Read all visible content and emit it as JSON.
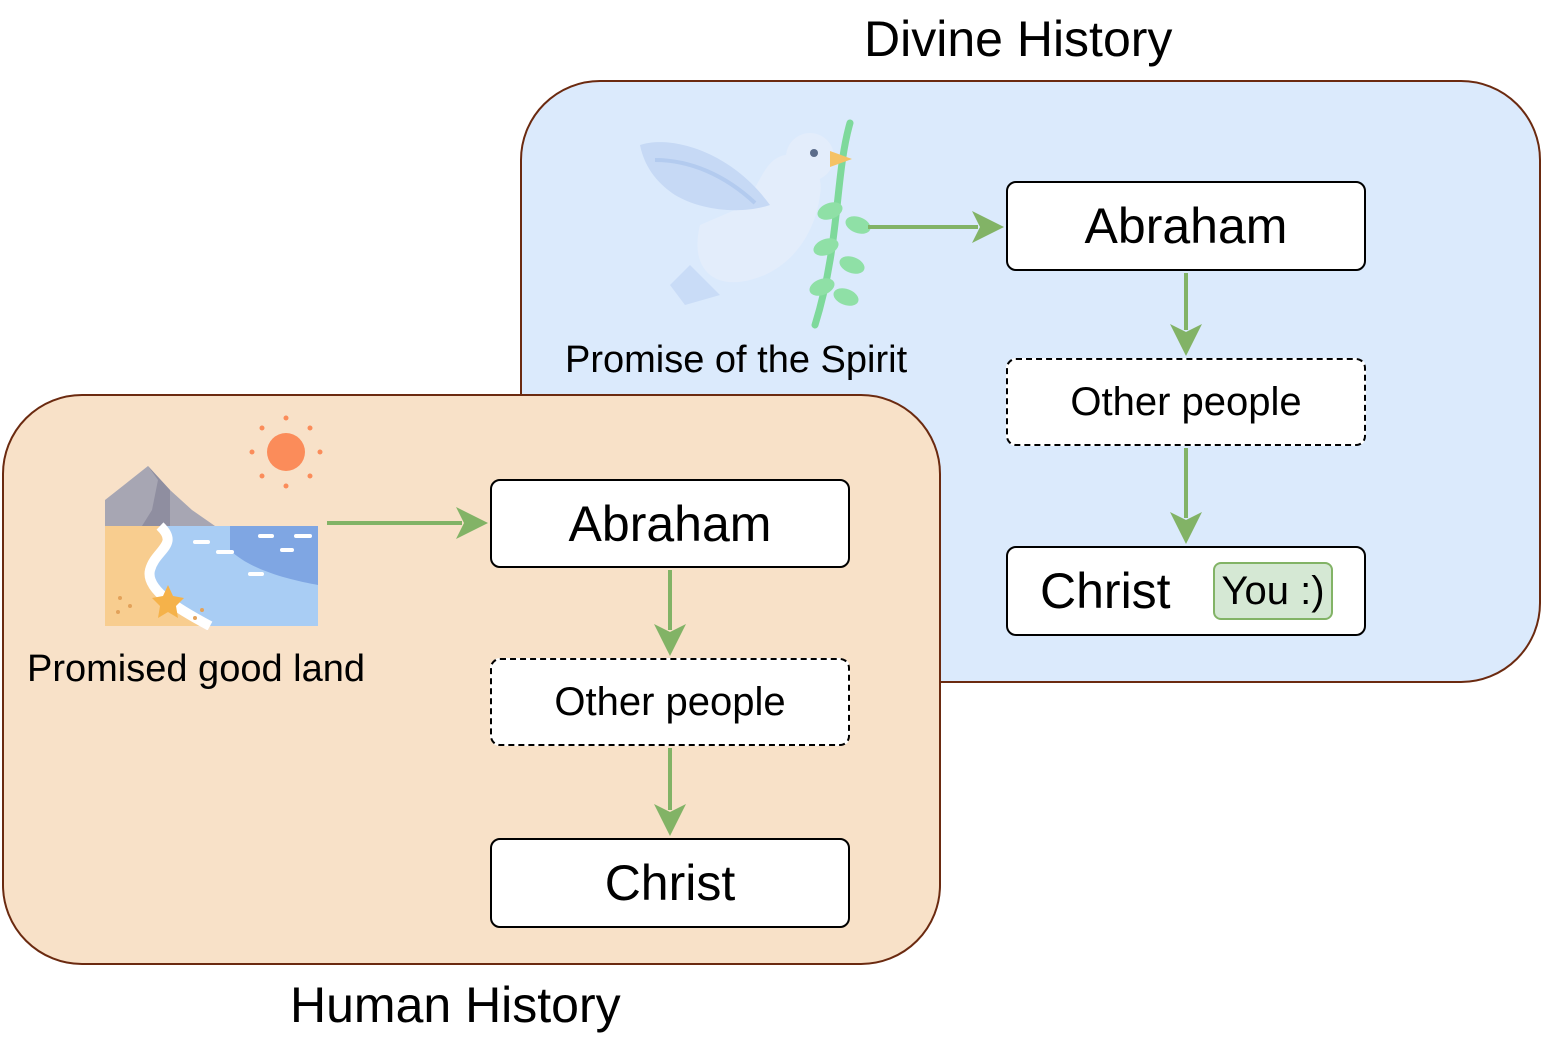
{
  "divine": {
    "title": "Divine History",
    "promise_caption": "Promise of the Spirit",
    "icon": "dove-with-olive-branch",
    "nodes": {
      "abraham": "Abraham",
      "other_people": "Other people",
      "christ": "Christ",
      "you_badge": "You :)"
    }
  },
  "human": {
    "title": "Human History",
    "promise_caption": "Promised good land",
    "icon": "beach-landscape",
    "nodes": {
      "abraham": "Abraham",
      "other_people": "Other people",
      "christ": "Christ"
    }
  },
  "colors": {
    "divine_panel": "#dbeafc",
    "human_panel": "#f8e1c8",
    "panel_border": "#6b2a10",
    "arrow": "#82b366",
    "badge_fill": "#d5e8d4",
    "badge_border": "#82b366"
  }
}
